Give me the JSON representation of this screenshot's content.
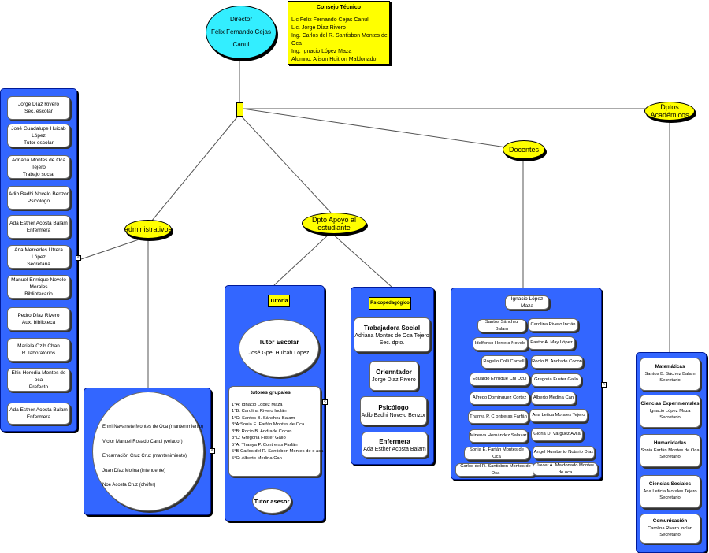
{
  "director": {
    "title": "Director",
    "name": "Felix Fernando Cejas Canul"
  },
  "consejo": {
    "title": "Consejo Técnico",
    "members": [
      "Lic Felix Fernando Cejas Canul",
      "Lic. Jorge Díaz Rivero",
      "Ing. Carlos del R. Santisbon Montes de Oca",
      "Ing. Ignacio López Maza",
      "Alumno. Alison Huitron Maldonado"
    ]
  },
  "nodes": {
    "administrativos": "administrativos",
    "apoyo": "Dpto Apoyo al estudiante",
    "docentes": "Docentes",
    "academicos": "Dptos Académicos"
  },
  "admin_cards": [
    [
      "Jorge Díaz Rivero",
      "Sec. escolar"
    ],
    [
      "José Guadalupe Huicab López",
      "Tutor escolar"
    ],
    [
      "Adriana Montes de Oca Tejero",
      "Trabajo social"
    ],
    [
      "Adib Badhi Novelo Benzor",
      "Psicólogo"
    ],
    [
      "Ada Esther Acosta Balam",
      "Enfermera"
    ],
    [
      "Ana Mercedes Utrera López",
      "Secretaria"
    ],
    [
      "Manuel Enrrique Novelo Morales",
      "Bibliotecario"
    ],
    [
      "Pedro Díaz Rivero",
      "Aux. biblioteca"
    ],
    [
      "Mariela Ozib Chan",
      "R. laboratorios"
    ],
    [
      "Elfis Heredia Montes de oca",
      "Prefecto"
    ],
    [
      "Ada Esther Acosta Balam",
      "Enfermera"
    ]
  ],
  "support_staff": [
    "Enrri Navarrete Montes de Oca (mantenimiento)",
    "Victor Manuel Rosado Canul (velador)",
    "Encarnación  Cruz Cruz (mantenimiento)",
    "Juan Díaz Molina (intendente)",
    "Noe Acosta Cruz (chófer)"
  ],
  "tutoria": {
    "label": "Tutoria",
    "tutor_title": "Tutor Escolar",
    "tutor_name": "José Gpe. Huicab López",
    "grupales_title": "tutores  grupales",
    "grupales": [
      "1°A: Ignacio López Maza",
      "1°B: Carolina Rivero Inclán",
      "1°C: Santos B. Sánchez Balam",
      "3°A:Sonia E. Farfán Montes de Oca",
      "3°B: Rocío B. Andrade Cocon",
      "3°C: Gregoria Fuster Gallo",
      "5°A:  Thanya  P. Contreras Farfán",
      "5°B Carlos del R. Santisbon Montes de o aca",
      "5°C: Alberto Medina Can"
    ],
    "asesor": "Tutor asesor"
  },
  "psico": {
    "label": "Psicopedagógico",
    "cards": [
      {
        "title": "Trabajadora Social",
        "lines": [
          "Adriana Montes de Oca Tejero",
          "Sec. dpto."
        ]
      },
      {
        "title": "Orienntador",
        "lines": [
          "Jorge Diaz Rivero"
        ]
      },
      {
        "title": "Psicólogo",
        "lines": [
          "Adib Badhi Novelo Benzor"
        ]
      },
      {
        "title": "Enfermera",
        "lines": [
          "Ada Esther Acosta Balam"
        ]
      }
    ]
  },
  "docentes_list": {
    "head": "Ignacio López Maza",
    "left": [
      "Santos Sánchez Balam",
      "Idelfonso Herrera Novelo",
      "Rogelio Colli Camall",
      "Eduardo Enrrique Chi Dzul",
      "Alfredo Domínguez Cortez",
      "Thanya P. C ontreras Farfán",
      "Minerva Hernández Salazar",
      "Sonia E. Farfán Montes de Oca",
      "Carlos del R. Santisbon Montes de Oca"
    ],
    "right": [
      "Carolina Rivero Inclán",
      "Pastor A. May López",
      "Rocío B. Andrade Cocon",
      "Gregoria Fuster Gallo",
      "Alberto Medina Can",
      "Ana Letica Morales Tejero",
      "Gloria D. Varguez Avila",
      "Angel Humberto Notario Díaz",
      "Javier A. Maldonado Montes de oca"
    ]
  },
  "academicos": [
    {
      "title": "Matemáticas",
      "name": "Santos B. Sáchez Balam",
      "role": "Secretario"
    },
    {
      "title": "Ciencias Experimentales",
      "name": "Ignacio López Maza",
      "role": "Secretario"
    },
    {
      "title": "Humanidades",
      "name": "Sonia Farfán Montes de Oca",
      "role": "Secretario"
    },
    {
      "title": "Ciencias Sociales",
      "name": "Ana Leticia Morales Tejero",
      "role": "Secretario"
    },
    {
      "title": "Comunicación",
      "name": "Carolina Rivero Inclán",
      "role": "Secretario"
    }
  ],
  "colors": {
    "panel": "#3366ff",
    "node": "#ffff00",
    "director": "#33eeff"
  }
}
